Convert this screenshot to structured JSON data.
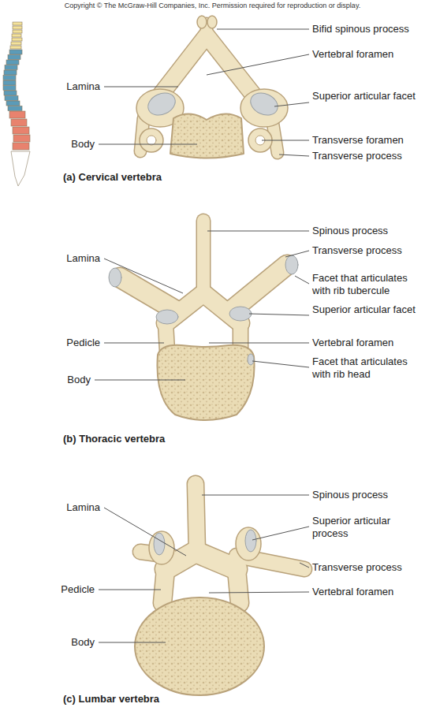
{
  "diagram": {
    "labels": [
      "Copyright © The McGraw-Hill Companies, Inc. Permission required for reproduction or display.",
      "Bifid spinous process",
      "Lamina",
      "Vertebral foramen",
      "Superior articular facet",
      "Body",
      "Transverse foramen",
      "Transverse process",
      "(a) Cervical vertebra",
      "Spinous process",
      "Lamina",
      "Transverse process",
      "Facet that articulates with rib tubercule",
      "Superior articular facet",
      "Pedicle",
      "Vertebral foramen",
      "Body",
      "Facet that articulates with rib head",
      "(b) Thoracic vertebra",
      "Spinous process",
      "Lamina",
      "Superior articular process",
      "Transverse process",
      "Pedicle",
      "Vertebral foramen",
      "Body",
      "(c) Lumbar vertebra"
    ]
  }
}
